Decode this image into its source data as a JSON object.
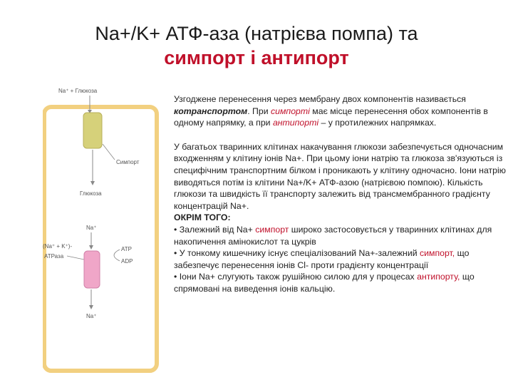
{
  "title": {
    "line1": "Na+/K+ АТФ-аза (натрієва помпа) та",
    "line2": "симпорт і антипорт"
  },
  "diagram": {
    "top_label": "Na⁺ + Глюкоза",
    "symport_label": "Симпорт",
    "glucose_label": "Глюкоза",
    "na_label_mid": "Na⁺",
    "atpase_label_1": "(Na⁺ + K⁺)-",
    "atpase_label_2": "АТРаза",
    "atp_label": "ATP",
    "adp_label": "ADP",
    "na_label_bottom": "Na⁺",
    "colors": {
      "membrane": "#f2d080",
      "symporter": "#d6d17a",
      "pump": "#f0a6c8",
      "arrow": "#888888"
    }
  },
  "para1": {
    "t1": "Узгоджене перенесення через мембрану двох компонентів називається",
    "t2": "котранспортом",
    "t3": ". При ",
    "t4": "симпорті",
    "t5": " має місце перенесення обох компонентів в одному напрямку, а при ",
    "t6": "антипорті",
    "t7": " – у протилежних напрямках."
  },
  "para2": {
    "main": "У багатьох тваринних клітинах накачування глюкози забезпечується одночасним входженням у клітину іонів Na+. При цьому іони натрію та глюкоза зв'язуються із специфічним транспортним білком і проникають у клітину одночасно. Іони натрію виводяться потім із клітини Na+/K+ АТФ-азою (натрієвою помпою). Кількість глюкози та швидкість її транспорту залежить від трансмембранного градієнту концентрацій Na+.",
    "caps": "ОКРІМ ТОГО:",
    "b1a": "•  Залежний від Na+ ",
    "b1b": "симпорт",
    "b1c": " широко застосовується у тваринних клітинах для накопичення амінокислот та цукрів",
    "b2a": "•  У тонкому кишечнику існує  спеціалізований Na+-залежний ",
    "b2b": "симпорт,",
    "b2c": " що забезпечує перенесення іонів Cl- проти градієнту концентрації",
    "b3a": "•  Іони Na+ слугують також рушійною силою для у процесах ",
    "b3b": "антипорту,",
    "b3c": " що спрямовані на виведення іонів кальцію."
  }
}
